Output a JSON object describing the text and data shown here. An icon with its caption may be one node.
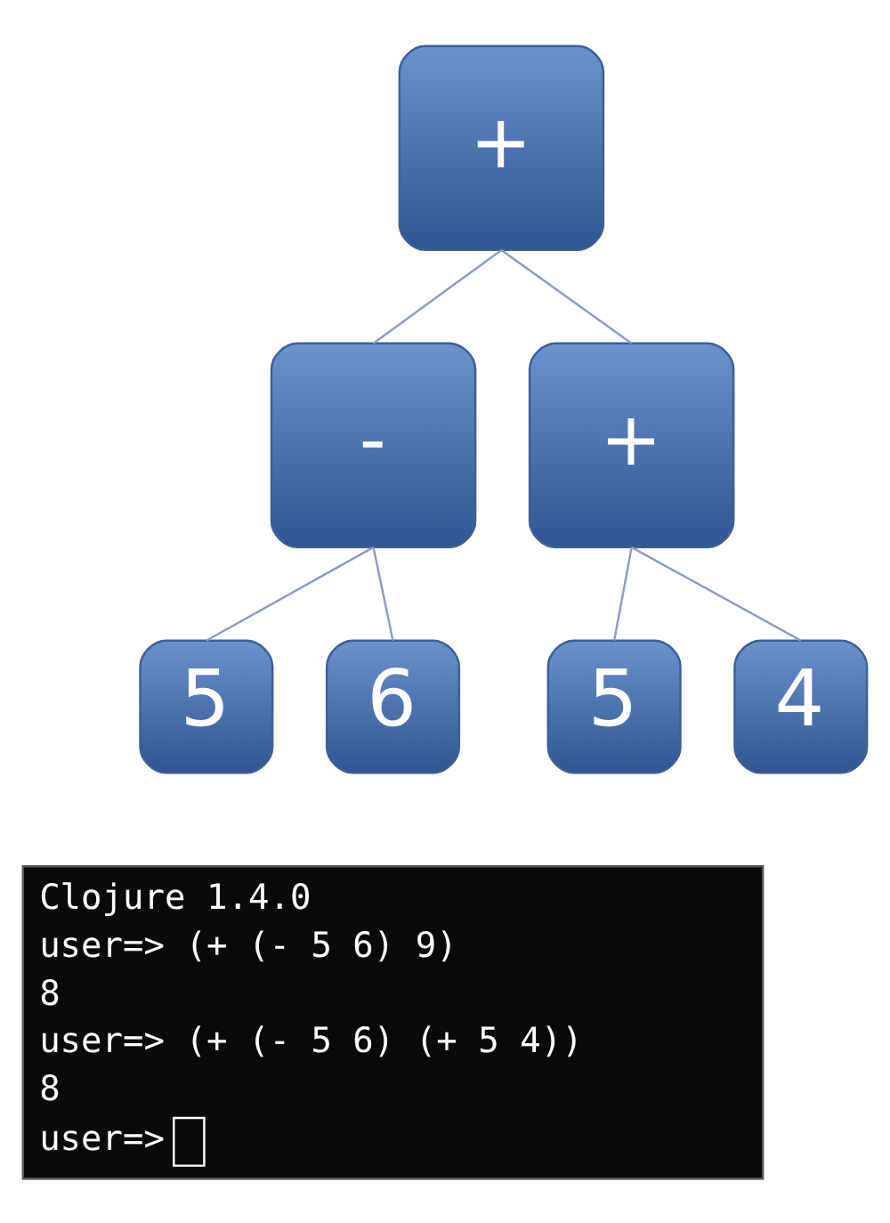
{
  "diagram": {
    "nodes": [
      {
        "text": [
          "+"
        ]
      },
      {
        "text": [
          "-"
        ]
      },
      {
        "text": [
          "+"
        ]
      },
      {
        "text": [
          "5"
        ]
      },
      {
        "text": [
          "6"
        ]
      },
      {
        "text": [
          "5"
        ]
      },
      {
        "text": [
          "4"
        ]
      },
      {
        "text": [
          "Clojure 1.4.0",
          "user=> (+ (- 5 6) 9)",
          "8",
          "user=> (+ (- 5 6) (+ 5 4))",
          "8",
          "user=>"
        ]
      }
    ],
    "edges": [
      {
        "from": 0,
        "to": 1,
        "arrow": "none"
      },
      {
        "from": 0,
        "to": 2,
        "arrow": "none"
      },
      {
        "from": 1,
        "to": 3,
        "arrow": "none"
      },
      {
        "from": 1,
        "to": 4,
        "arrow": "none"
      },
      {
        "from": 2,
        "to": 5,
        "arrow": "none"
      },
      {
        "from": 2,
        "to": 6,
        "arrow": "none"
      }
    ]
  }
}
